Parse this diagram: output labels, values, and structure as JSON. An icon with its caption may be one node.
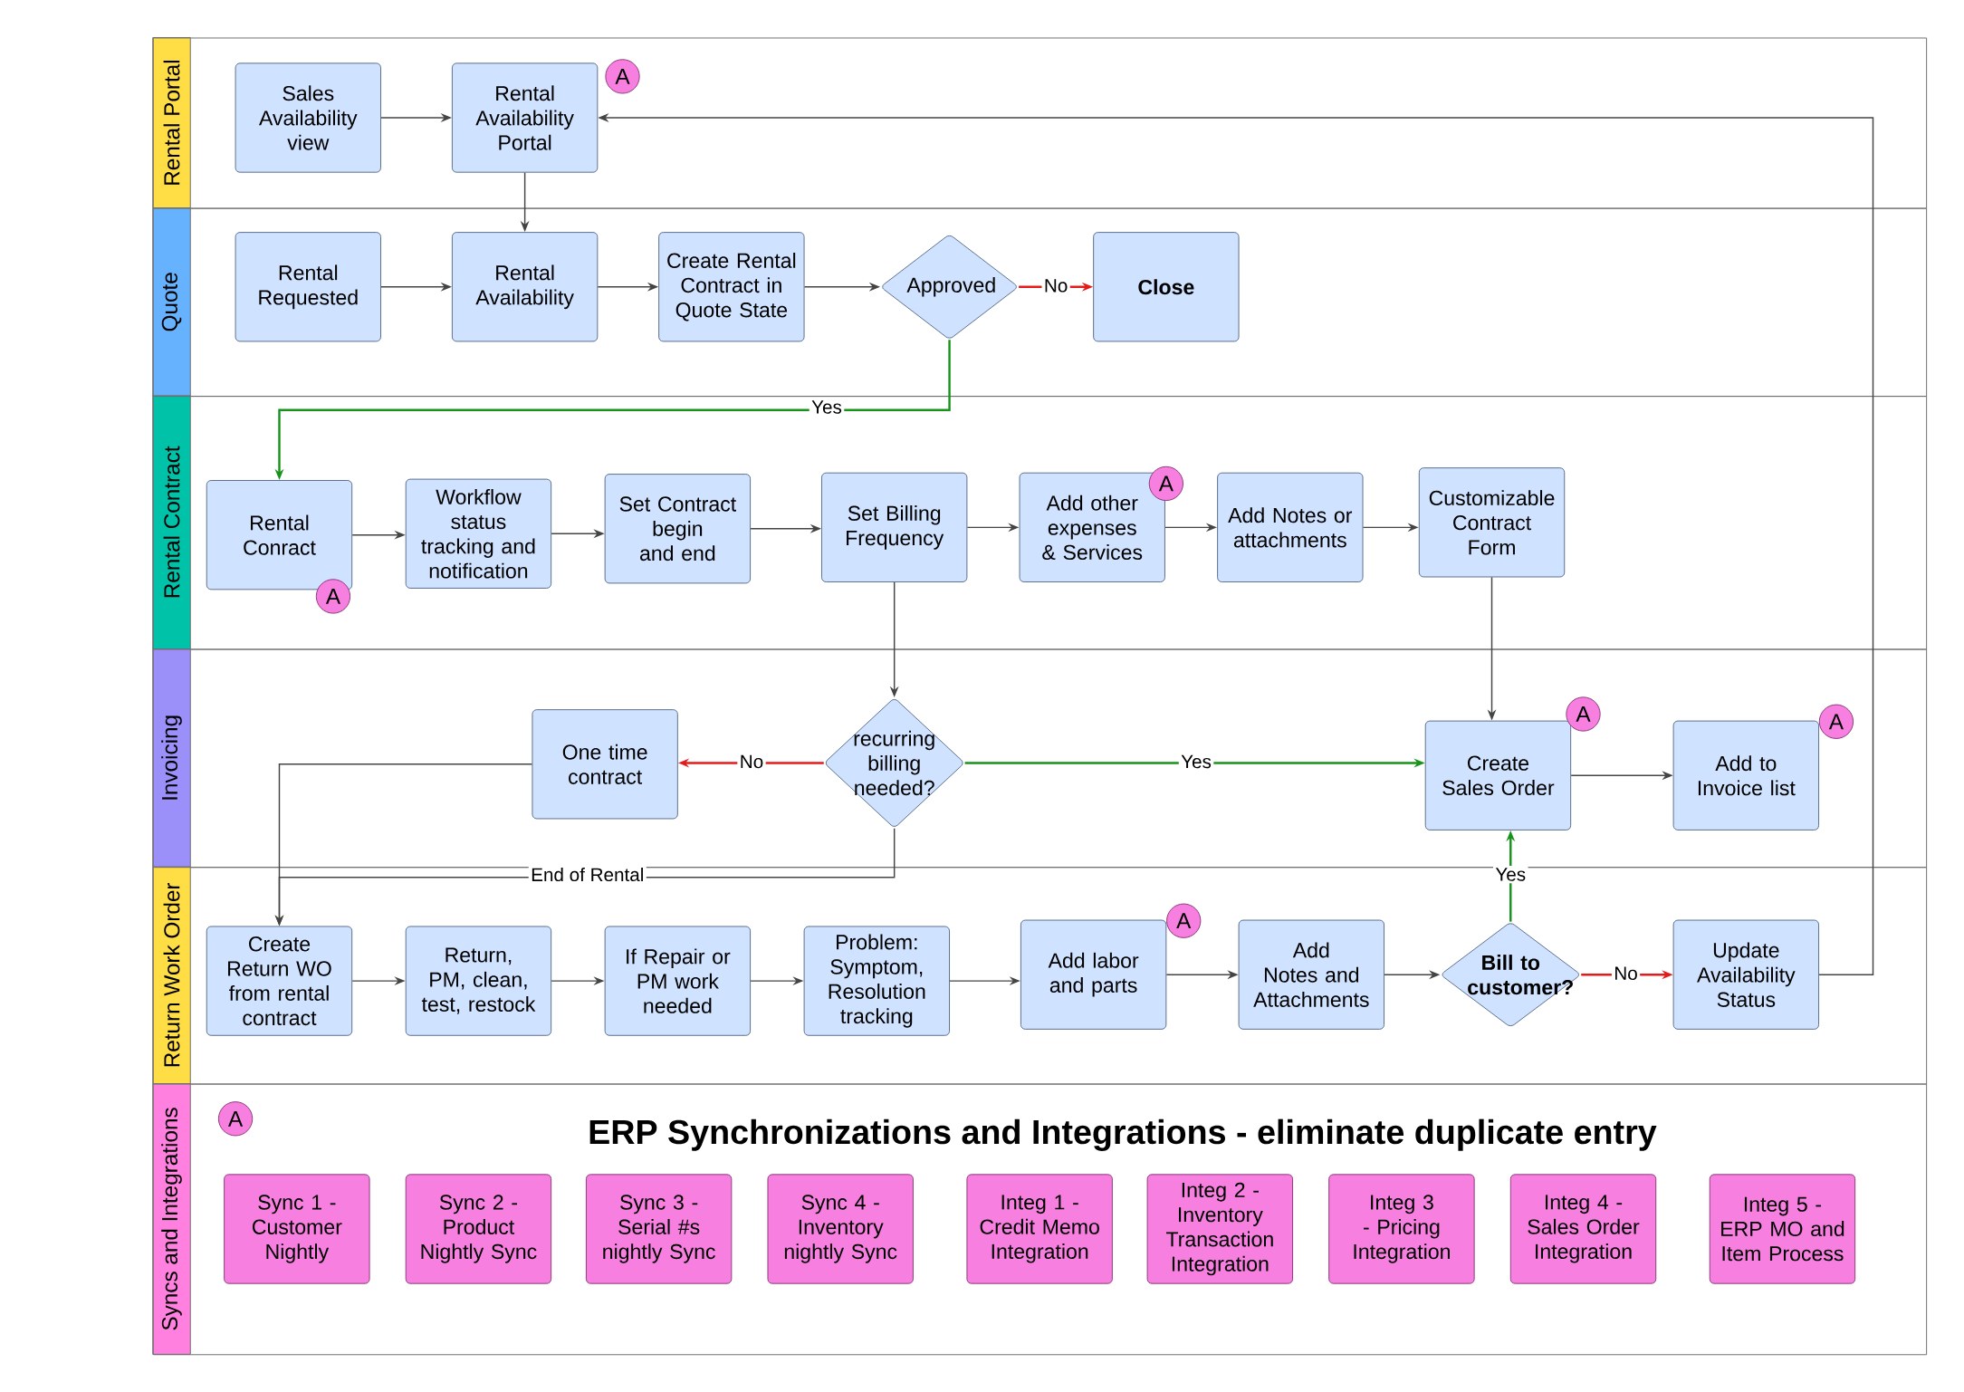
{
  "diagram": {
    "title": "ERP Synchronizations and Integrations - eliminate duplicate entry",
    "nodes": [
      {
        "text": [
          "Rental Portal"
        ]
      },
      {
        "text": [
          "Sales Availability view"
        ],
        "in": 0
      },
      {
        "text": [
          "Rental Availability Portal"
        ],
        "in": 0
      },
      {
        "text": [
          "A"
        ],
        "in": 0
      },
      {
        "text": [
          "Quote"
        ]
      },
      {
        "text": [
          "Rental Requested"
        ],
        "in": 4
      },
      {
        "text": [
          "Rental Availability"
        ],
        "in": 4
      },
      {
        "text": [
          "Create Rental Contract in Quote State"
        ],
        "in": 4
      },
      {
        "text": [
          "Approved"
        ],
        "in": 4
      },
      {
        "text": [
          "Close"
        ],
        "in": 4
      },
      {
        "text": [
          "Rental Contract"
        ]
      },
      {
        "text": [
          "Rental Conract"
        ],
        "in": 10
      },
      {
        "text": [
          "A"
        ],
        "in": 10
      },
      {
        "text": [
          "Workflow status tracking and notification"
        ],
        "in": 10
      },
      {
        "text": [
          "Set Contract begin and end"
        ],
        "in": 10
      },
      {
        "text": [
          "Set Billing Frequency"
        ],
        "in": 10
      },
      {
        "text": [
          "Add other expenses & Services"
        ],
        "in": 10
      },
      {
        "text": [
          "A"
        ],
        "in": 10
      },
      {
        "text": [
          "Add Notes or attachments"
        ],
        "in": 10
      },
      {
        "text": [
          "Customizable Contract Form"
        ],
        "in": 10
      },
      {
        "text": [
          "Invoicing"
        ]
      },
      {
        "text": [
          "One time contract"
        ],
        "in": 20
      },
      {
        "text": [
          "recurring billing needed?"
        ],
        "in": 20
      },
      {
        "text": [
          "Create Sales Order"
        ],
        "in": 20
      },
      {
        "text": [
          "A"
        ],
        "in": 20
      },
      {
        "text": [
          "Add to Invoice list"
        ],
        "in": 20
      },
      {
        "text": [
          "A"
        ],
        "in": 20
      },
      {
        "text": [
          "Return Work Order"
        ]
      },
      {
        "text": [
          "Create Return WO from rental contract"
        ],
        "in": 27
      },
      {
        "text": [
          "Return, PM, clean, test, restock"
        ],
        "in": 27
      },
      {
        "text": [
          "If Repair or PM work needed"
        ],
        "in": 27
      },
      {
        "text": [
          "Problem: Symptom, Resolution tracking"
        ],
        "in": 27
      },
      {
        "text": [
          "Add labor and parts"
        ],
        "in": 27
      },
      {
        "text": [
          "A"
        ],
        "in": 27
      },
      {
        "text": [
          "Add Notes and Attachments"
        ],
        "in": 27
      },
      {
        "text": [
          "Bill to customer?"
        ],
        "in": 27
      },
      {
        "text": [
          "Update Availability Status"
        ],
        "in": 27
      },
      {
        "text": [
          "Syncs and Integrations"
        ]
      },
      {
        "text": [
          "A"
        ],
        "in": 37
      },
      {
        "text": [
          "Sync 1 - Customer Nightly"
        ],
        "in": 37
      },
      {
        "text": [
          "Sync 2 - Product Nightly Sync"
        ],
        "in": 37
      },
      {
        "text": [
          "Sync 3 - Serial #s nightly Sync"
        ],
        "in": 37
      },
      {
        "text": [
          "Sync 4 - Inventory nightly Sync"
        ],
        "in": 37
      },
      {
        "text": [
          "Integ 1 - Credit Memo Integration"
        ],
        "in": 37
      },
      {
        "text": [
          "Integ 2 - Inventory Transaction Integration"
        ],
        "in": 37
      },
      {
        "text": [
          "Integ 3 - Pricing Integration"
        ],
        "in": 37
      },
      {
        "text": [
          "Integ 4 - Sales Order Integration"
        ],
        "in": 37
      },
      {
        "text": [
          "Integ 5 - ERP MO and Item Process"
        ],
        "in": 37
      }
    ],
    "edges": [
      {
        "from": 1,
        "to": 2,
        "arrow": "to"
      },
      {
        "from": 2,
        "to": 6,
        "arrow": "to"
      },
      {
        "from": 5,
        "to": 6,
        "arrow": "to"
      },
      {
        "from": 6,
        "to": 7,
        "arrow": "to"
      },
      {
        "from": 7,
        "to": 8,
        "arrow": "to"
      },
      {
        "from": 8,
        "to": 9,
        "arrow": "to",
        "label": "No",
        "color": "#e21b1b"
      },
      {
        "from": 8,
        "to": 11,
        "arrow": "to",
        "label": "Yes",
        "color": "#17931a"
      },
      {
        "from": 11,
        "to": 13,
        "arrow": "to"
      },
      {
        "from": 13,
        "to": 14,
        "arrow": "to"
      },
      {
        "from": 14,
        "to": 15,
        "arrow": "to"
      },
      {
        "from": 15,
        "to": 16,
        "arrow": "to"
      },
      {
        "from": 16,
        "to": 18,
        "arrow": "to"
      },
      {
        "from": 18,
        "to": 19,
        "arrow": "to"
      },
      {
        "from": 15,
        "to": 22,
        "arrow": "to"
      },
      {
        "from": 19,
        "to": 23,
        "arrow": "to"
      },
      {
        "from": 22,
        "to": 21,
        "arrow": "to",
        "label": "No",
        "color": "#e21b1b"
      },
      {
        "from": 22,
        "to": 23,
        "arrow": "to",
        "label": "Yes",
        "color": "#17931a"
      },
      {
        "from": 23,
        "to": 25,
        "arrow": "to"
      },
      {
        "from": 21,
        "to": 28,
        "arrow": "to"
      },
      {
        "from": 22,
        "to": 28,
        "arrow": "to",
        "label": "End of Rental"
      },
      {
        "from": 28,
        "to": 29,
        "arrow": "to"
      },
      {
        "from": 29,
        "to": 30,
        "arrow": "to"
      },
      {
        "from": 30,
        "to": 31,
        "arrow": "to"
      },
      {
        "from": 31,
        "to": 32,
        "arrow": "to"
      },
      {
        "from": 32,
        "to": 34,
        "arrow": "to"
      },
      {
        "from": 34,
        "to": 35,
        "arrow": "to"
      },
      {
        "from": 35,
        "to": 36,
        "arrow": "to",
        "label": "No",
        "color": "#e21b1b"
      },
      {
        "from": 35,
        "to": 23,
        "arrow": "to",
        "label": "Yes",
        "color": "#17931a"
      },
      {
        "from": 36,
        "to": 2,
        "arrow": "to"
      }
    ]
  }
}
